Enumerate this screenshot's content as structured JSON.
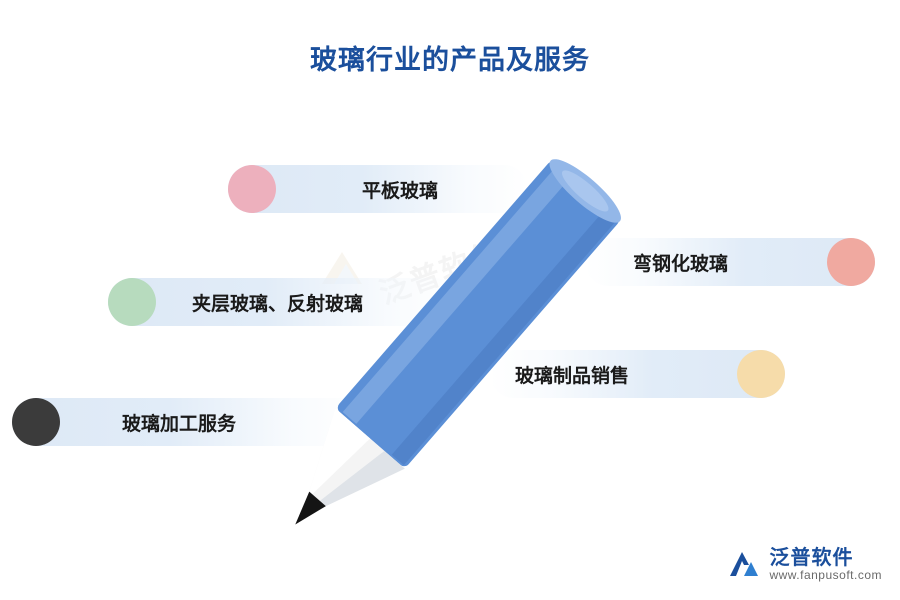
{
  "title": "玻璃行业的产品及服务",
  "diagram": {
    "type": "horizontal-bar-list",
    "items": [
      {
        "label": "平板玻璃",
        "dot_color": "#edb0bd",
        "side": "left",
        "dot_name": "pink-dot"
      },
      {
        "label": "弯钢化玻璃",
        "dot_color": "#f0a9a0",
        "side": "right",
        "dot_name": "salmon-dot"
      },
      {
        "label": "夹层玻璃、反射玻璃",
        "dot_color": "#b7dbbe",
        "side": "left",
        "dot_name": "green-dot"
      },
      {
        "label": "玻璃制品销售",
        "dot_color": "#f6dcaa",
        "side": "right",
        "dot_name": "beige-dot"
      },
      {
        "label": "玻璃加工服务",
        "dot_color": "#3b3b3b",
        "side": "left",
        "dot_name": "black-dot"
      }
    ]
  },
  "illustration": {
    "name": "blue-pencil",
    "body_color": "#5b8fd6",
    "highlight_color": "#85afe4",
    "wood_color": "#f2f2f2",
    "tip_color": "#1a1a1a"
  },
  "watermark": {
    "text": "泛普软件"
  },
  "footer": {
    "brand": "泛普软件",
    "url": "www.fanpusoft.com",
    "brand_color": "#1b4f9c"
  }
}
